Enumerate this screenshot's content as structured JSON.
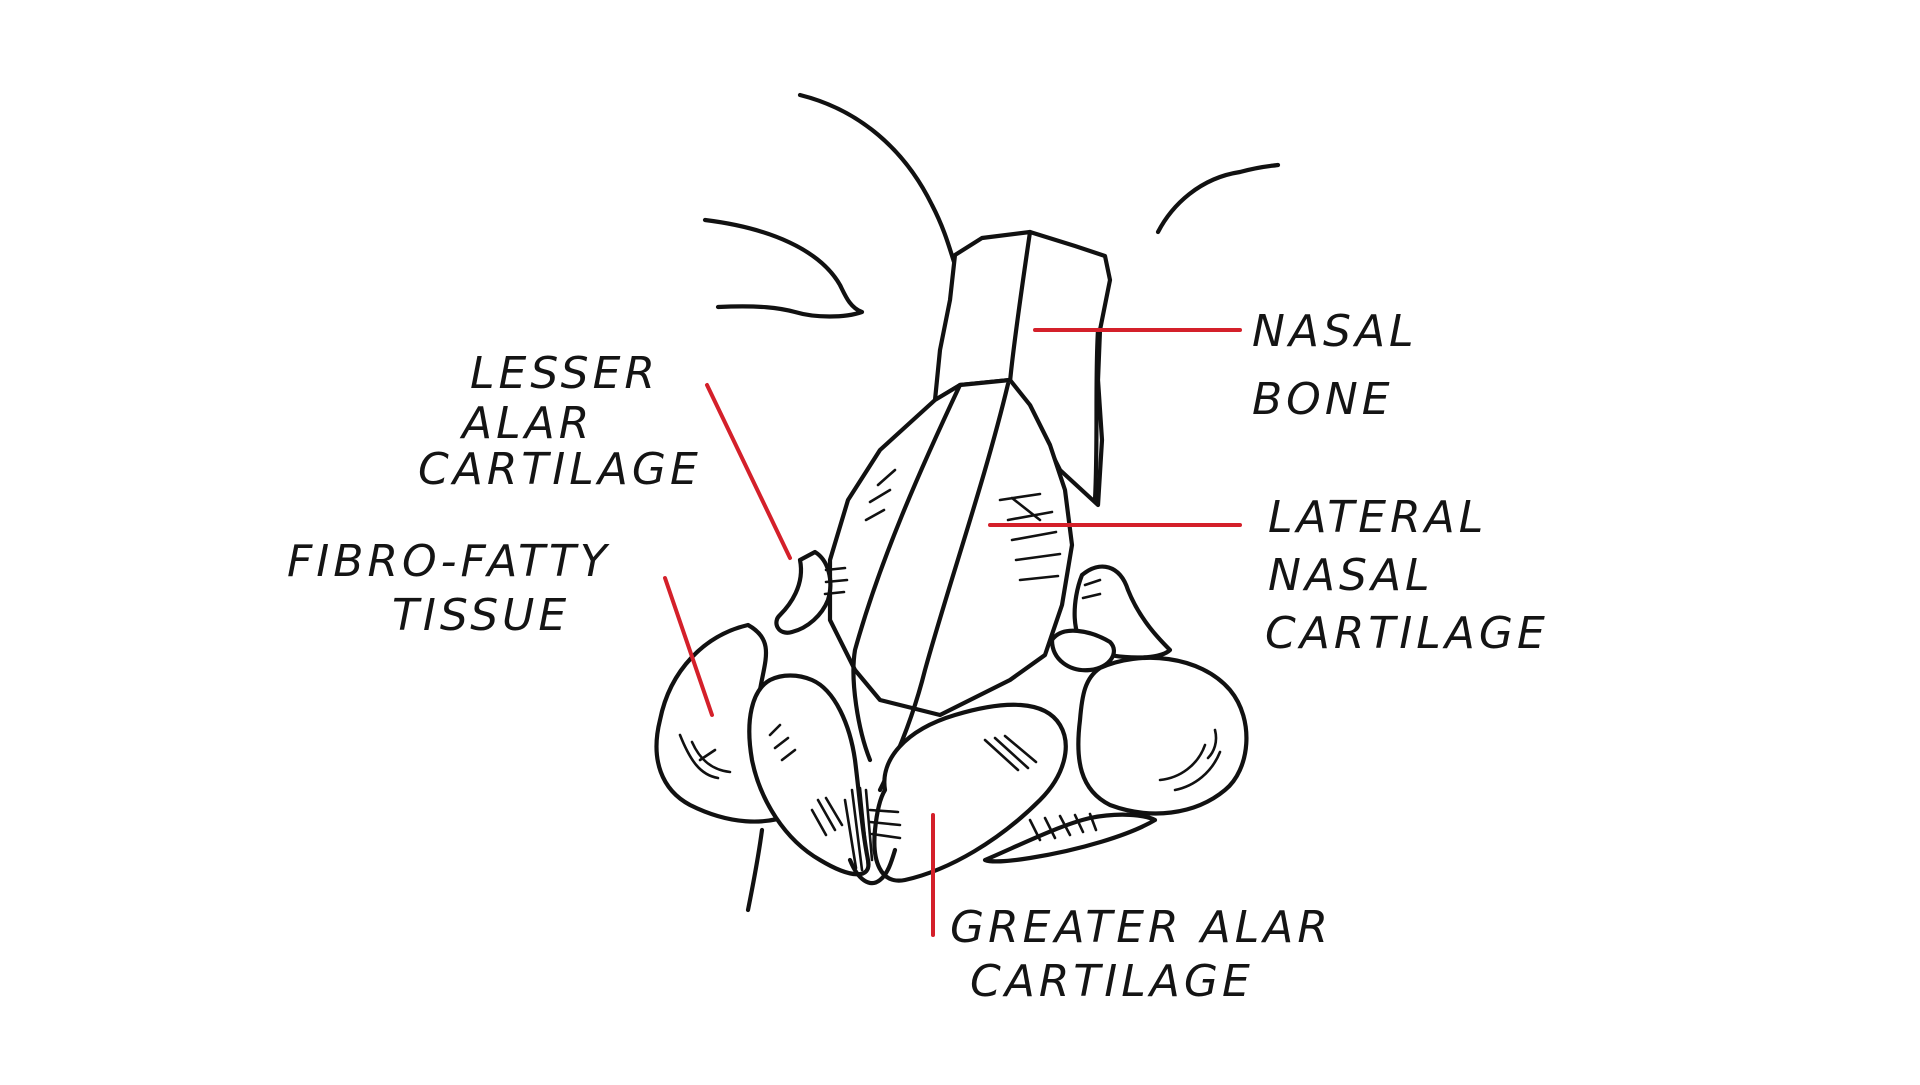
{
  "colors": {
    "leader": "#d4202a",
    "ink": "#111111",
    "background": "#ffffff"
  },
  "labels": {
    "nasal_bone": [
      "NASAL",
      "BONE"
    ],
    "lateral_nasal_cartilage": [
      "LATERAL",
      "NASAL",
      "CARTILAGE"
    ],
    "lesser_alar_cartilage": [
      "LESSER",
      "ALAR",
      "CARTILAGE"
    ],
    "fibro_fatty_tissue": [
      "FIBRO-FATTY",
      "TISSUE"
    ],
    "greater_alar_cartilage": [
      "GREATER ALAR",
      "CARTILAGE"
    ]
  }
}
